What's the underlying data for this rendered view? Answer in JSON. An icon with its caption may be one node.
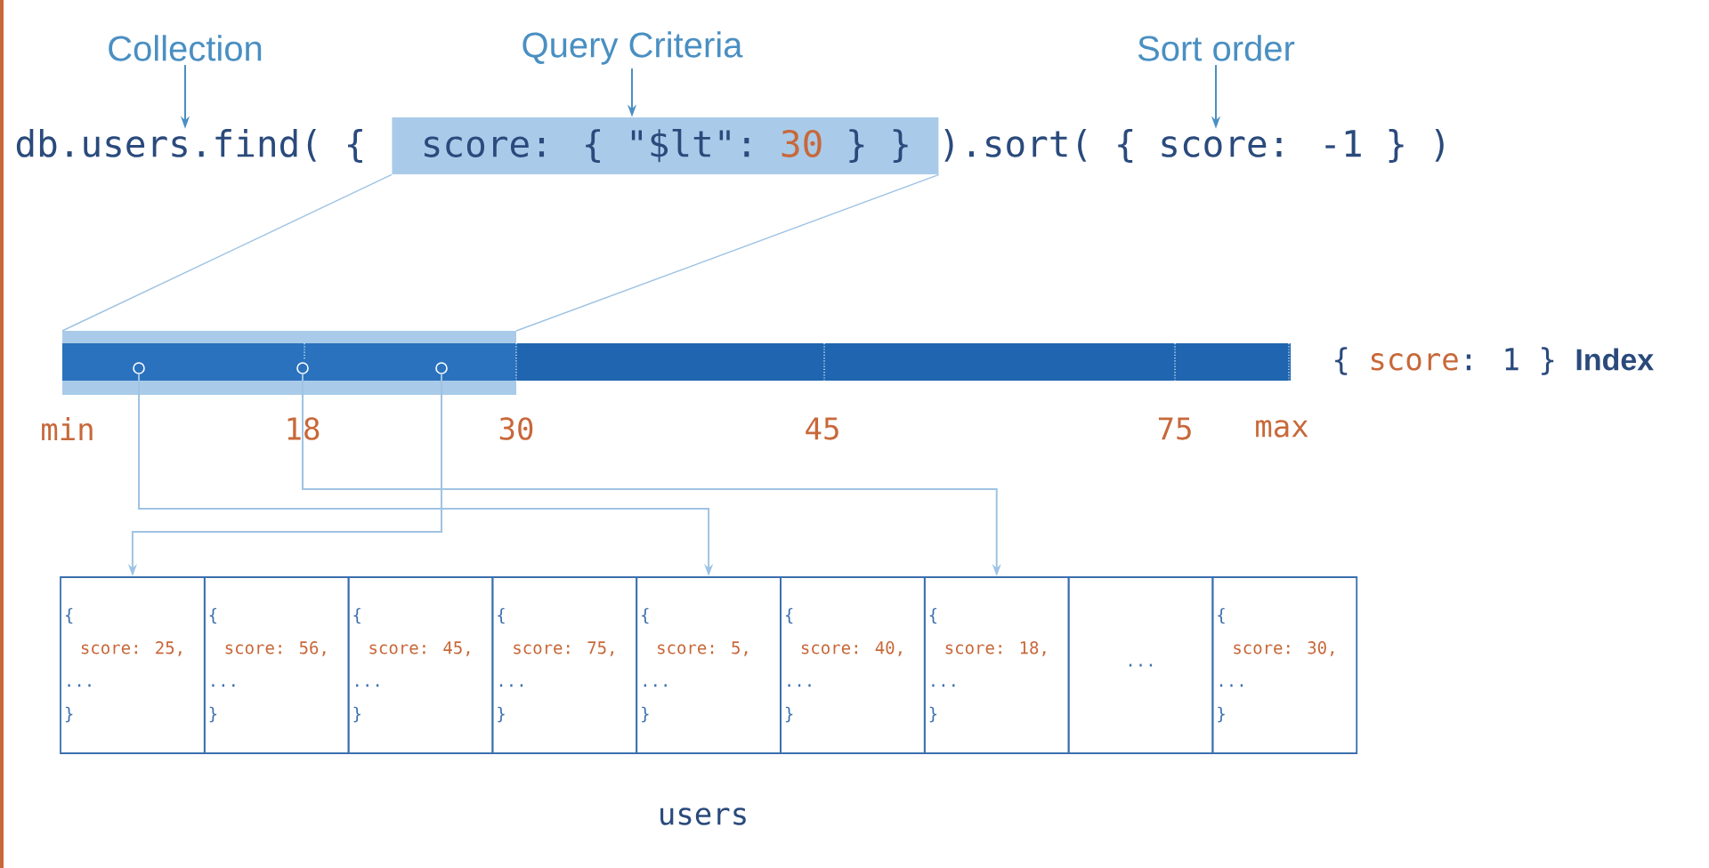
{
  "diagram": {
    "nodes": [
      {
        "text": [
          "Collection"
        ]
      },
      {
        "text": [
          "Query Criteria"
        ]
      },
      {
        "text": [
          "Sort order"
        ]
      },
      {
        "text": [
          "db.users.find( {"
        ]
      },
      {
        "text": [
          "score: { \"$lt\":",
          "30",
          "} }"
        ]
      },
      {
        "text": [
          ").sort( { score: -1 } )"
        ]
      },
      {
        "text": [],
        "shape": "bar",
        "beside": [
          "{",
          "score",
          ": 1 }",
          "Index"
        ]
      },
      {
        "text": [],
        "shape": "circle",
        "in": 6
      },
      {
        "text": [],
        "shape": "circle",
        "in": 6
      },
      {
        "text": [],
        "shape": "circle",
        "in": 6
      },
      {
        "text": [
          "{",
          "score: 25,",
          "...",
          "}"
        ]
      },
      {
        "text": [
          "{",
          "score: 56,",
          "...",
          "}"
        ]
      },
      {
        "text": [
          "{",
          "score: 45,",
          "...",
          "}"
        ]
      },
      {
        "text": [
          "{",
          "score: 75,",
          "...",
          "}"
        ]
      },
      {
        "text": [
          "{",
          "score: 5,",
          "...",
          "}"
        ]
      },
      {
        "text": [
          "{",
          "score: 40,",
          "...",
          "}"
        ]
      },
      {
        "text": [
          "{",
          "score: 18,",
          "...",
          "}"
        ]
      },
      {
        "text": [
          "..."
        ]
      },
      {
        "text": [
          "{",
          "score: 30,",
          "...",
          "}"
        ]
      }
    ],
    "edges": [
      {
        "from": 0,
        "to": 3,
        "arrow": "to",
        "color": "#4a8fc2"
      },
      {
        "from": 1,
        "to": 4,
        "arrow": "to",
        "color": "#4a8fc2"
      },
      {
        "from": 2,
        "to": 5,
        "arrow": "to",
        "color": "#4a8fc2"
      },
      {
        "from": 4,
        "to": 6,
        "arrow": "none"
      },
      {
        "from": 4,
        "to": 6,
        "arrow": "none"
      },
      {
        "from": 7,
        "to": 14,
        "arrow": "to"
      },
      {
        "from": 8,
        "to": 16,
        "arrow": "to"
      },
      {
        "from": 9,
        "to": 10,
        "arrow": "to"
      }
    ],
    "labels": [
      "min",
      "18",
      "30",
      "45",
      "75",
      "max",
      "users"
    ]
  }
}
